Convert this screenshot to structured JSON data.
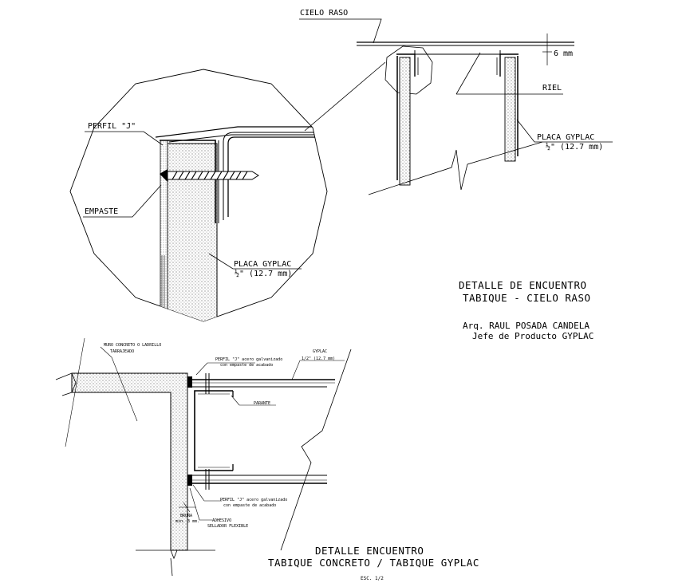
{
  "top_detail": {
    "cielo_raso": "CIELO RASO",
    "dim_6mm": "6 mm",
    "riel": "RIEL",
    "placa": "PLACA GYPLAC",
    "placa_thick": "½\" (12.7 mm)"
  },
  "zoom_detail": {
    "perfil_j": "PERFIL \"J\"",
    "empaste": "EMPASTE",
    "placa": "PLACA GYPLAC",
    "placa_thick": "½\" (12.7 mm)"
  },
  "title_1": {
    "line1": "DETALLE DE ENCUENTRO",
    "line2": "TABIQUE - CIELO RASO"
  },
  "author": {
    "name": "Arq. RAUL POSADA CANDELA",
    "role": "Jefe de Producto GYPLAC"
  },
  "bottom_detail": {
    "muro_1": "MURO CONCRETO O LADRILLO",
    "muro_2": "TARRAJEADO",
    "perfil_top_1": "PERFIL \"J\" acero galvanizado",
    "perfil_top_2": "con empaste de acabado",
    "gyplac_1": "GYPLAC",
    "gyplac_2": "1/2\" (12.7 mm)",
    "parante": "PARANTE",
    "perfil_bot_1": "PERFIL \"J\" acero galvanizado",
    "perfil_bot_2": "con empaste de acabado",
    "adhesivo_1": "ADHESIVO",
    "adhesivo_2": "SELLADOR FLEXIBLE",
    "bruna_1": "BRUÑA",
    "bruna_2": "min. 3 mm."
  },
  "title_2": {
    "line1": "DETALLE ENCUENTRO",
    "line2": "TABIQUE CONCRETO / TABIQUE GYPLAC",
    "scale": "ESC. 1/2"
  }
}
